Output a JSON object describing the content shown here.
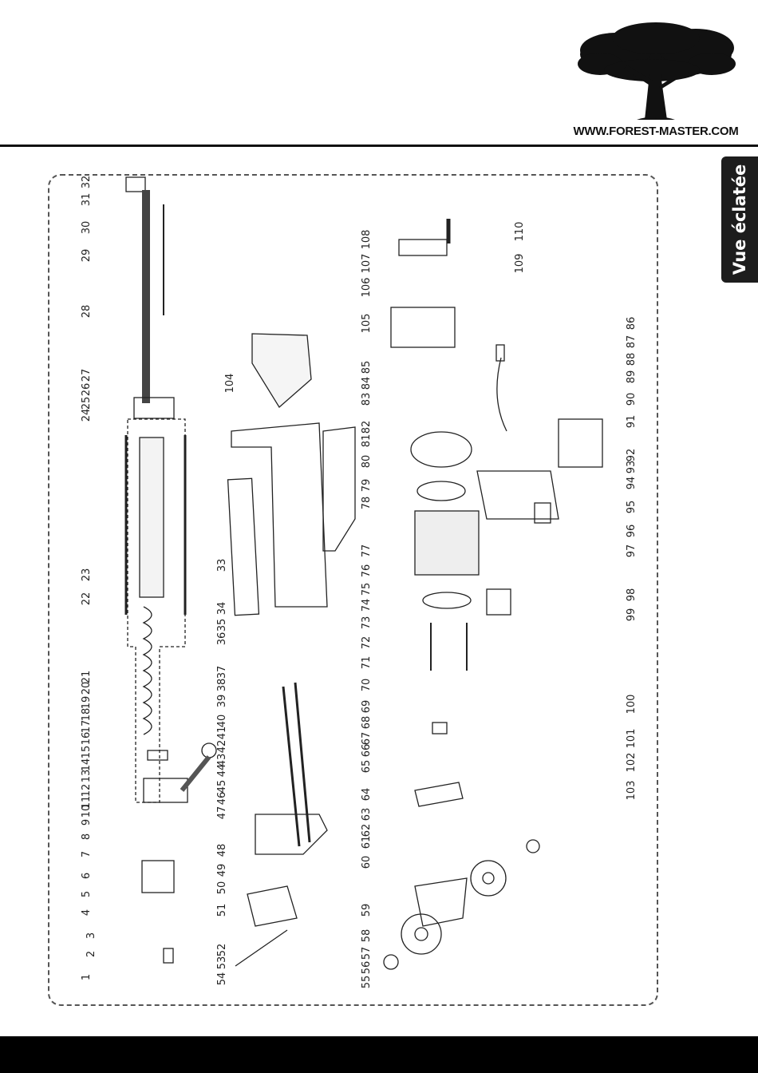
{
  "header": {
    "website": "WWW.FOREST-MASTER.COM"
  },
  "side_tab": {
    "label": "Vue éclatée"
  },
  "diagram": {
    "part_labels": [
      "1",
      "2",
      "3",
      "4",
      "5",
      "6",
      "7",
      "8",
      "9",
      "10",
      "11",
      "12",
      "13",
      "14",
      "15",
      "16",
      "17",
      "18",
      "19",
      "20",
      "21",
      "22",
      "23",
      "24",
      "25",
      "26",
      "27",
      "28",
      "29",
      "30",
      "31",
      "32",
      "33",
      "34",
      "35",
      "36",
      "37",
      "38",
      "39",
      "40",
      "41",
      "42",
      "43",
      "44",
      "45",
      "46",
      "47",
      "48",
      "49",
      "50",
      "51",
      "52",
      "53",
      "54",
      "55",
      "56",
      "57",
      "58",
      "59",
      "60",
      "61",
      "62",
      "63",
      "64",
      "65",
      "66",
      "67",
      "68",
      "69",
      "70",
      "71",
      "72",
      "73",
      "74",
      "75",
      "76",
      "77",
      "78",
      "79",
      "80",
      "81",
      "82",
      "83",
      "84",
      "85",
      "86",
      "87",
      "88",
      "89",
      "90",
      "91",
      "92",
      "93",
      "94",
      "95",
      "96",
      "97",
      "98",
      "99",
      "100",
      "101",
      "102",
      "103",
      "104",
      "105",
      "106",
      "107",
      "108",
      "109",
      "110"
    ]
  }
}
